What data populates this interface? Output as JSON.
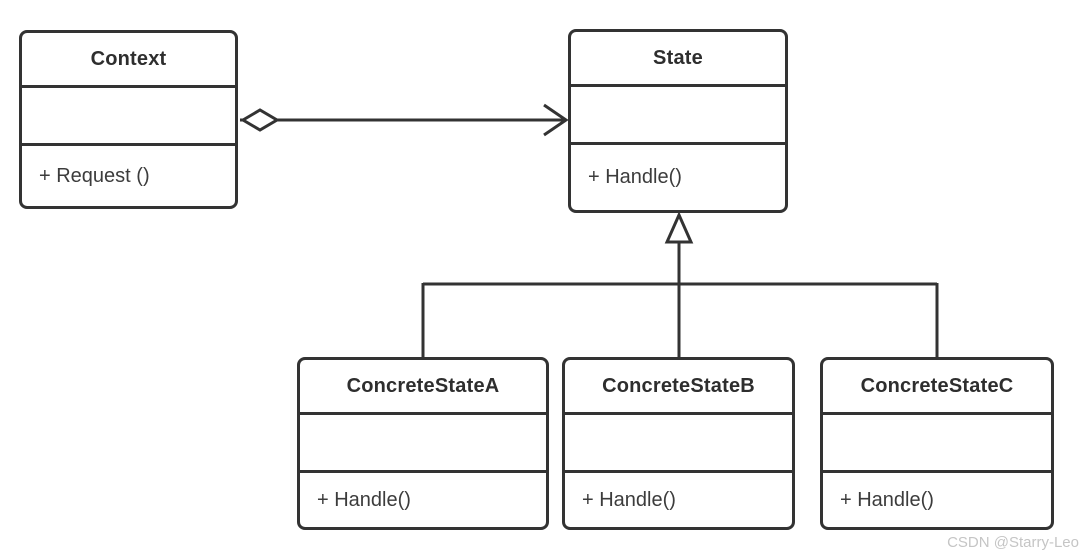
{
  "diagram": {
    "classes": [
      {
        "name": "Context",
        "attributes": "",
        "method": "+ Request ()"
      },
      {
        "name": "State",
        "attributes": "",
        "method": "+ Handle()"
      },
      {
        "name": "ConcreteStateA",
        "attributes": "",
        "method": "+ Handle()"
      },
      {
        "name": "ConcreteStateB",
        "attributes": "",
        "method": "+ Handle()"
      },
      {
        "name": "ConcreteStateC",
        "attributes": "",
        "method": "+ Handle()"
      }
    ],
    "relationships": [
      {
        "type": "aggregation",
        "from": "Context",
        "to": "State"
      },
      {
        "type": "generalization",
        "from": "ConcreteStateA",
        "to": "State"
      },
      {
        "type": "generalization",
        "from": "ConcreteStateB",
        "to": "State"
      },
      {
        "type": "generalization",
        "from": "ConcreteStateC",
        "to": "State"
      }
    ],
    "colors": {
      "line": "#333333",
      "box_border": "#333333",
      "box_fill": "#ffffff",
      "text": "#2e2e2e",
      "watermark": "#c5c5c5",
      "background": "#ffffff"
    }
  },
  "watermark": {
    "text": "CSDN @Starry-Leo"
  }
}
